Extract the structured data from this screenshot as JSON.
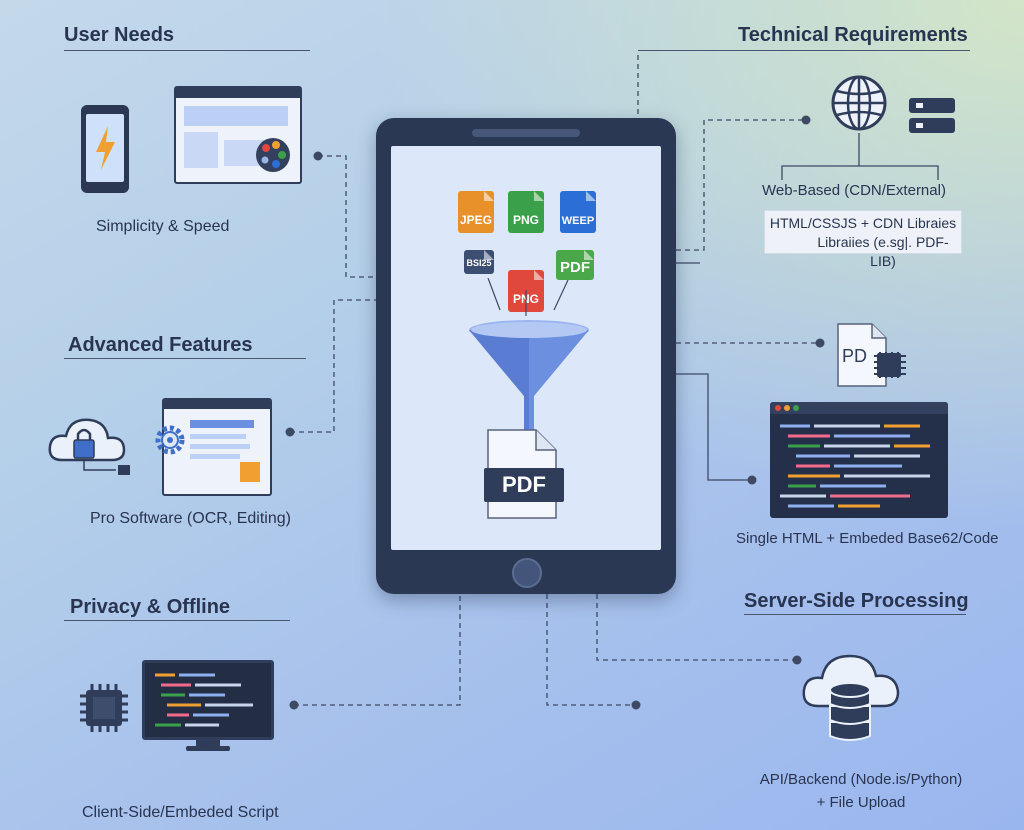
{
  "sections": {
    "user_needs": {
      "title": "User Needs",
      "caption": "Simplicity & Speed"
    },
    "advanced_features": {
      "title": "Advanced Features",
      "caption": "Pro Software (OCR, Editing)"
    },
    "privacy_offline": {
      "title": "Privacy & Offline",
      "caption": "Client-Side/Embeded Script"
    },
    "technical_requirements": {
      "title": "Technical Requirements",
      "caption": "Web-Based (CDN/External)",
      "box_line1": "HTML/CSSJS + CDN Libraies",
      "box_line2": "Libraiies (e.sg|. PDF-LIB)"
    },
    "single_html": {
      "caption": "Single HTML + Embeded Base62/Code"
    },
    "server_side": {
      "title": "Server-Side Processing",
      "caption_line1": "API/Backend (Node.is/Python)",
      "caption_line2": "+ File Upload"
    }
  },
  "center": {
    "formats": {
      "jpeg": "JPEG",
      "png": "PNG",
      "weep": "WEEP",
      "bsi25": "BSI25",
      "png2": "PNG",
      "pdf_in": "PDF"
    },
    "output": "PDF",
    "pd_chip_label": "PD"
  },
  "icons": {
    "phone": "lightning-phone-icon",
    "browser": "browser-palette-icon",
    "cloud_lock": "cloud-lock-icon",
    "software": "gear-window-icon",
    "chip": "cpu-chip-icon",
    "monitor": "code-monitor-icon",
    "globe": "globe-icon",
    "server": "server-rack-icon",
    "pdf_chip": "pdf-chip-icon",
    "code_window": "code-window-icon",
    "cloud_db": "cloud-database-icon",
    "funnel": "funnel-icon"
  },
  "colors": {
    "navy": "#2a3854",
    "jpeg": "#e8912b",
    "png": "#3aa14a",
    "weep": "#2b6fd6",
    "png2": "#e0483c",
    "pdf_in": "#4aa84a",
    "funnel": "#6d8fe0"
  }
}
